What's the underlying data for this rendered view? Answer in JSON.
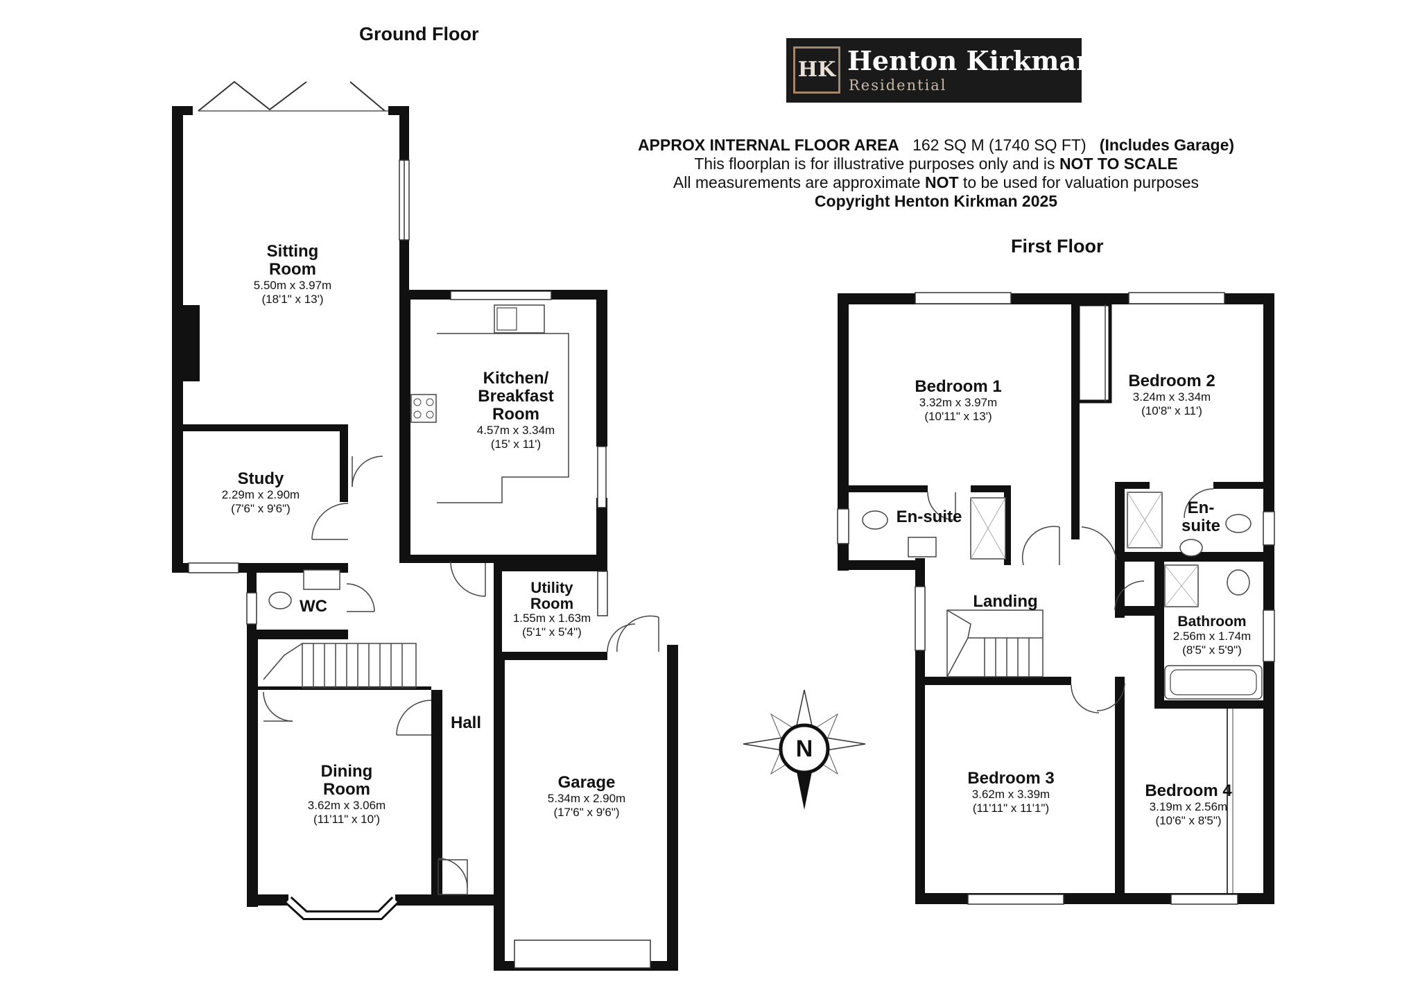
{
  "floors": {
    "ground_title": "Ground Floor",
    "first_title": "First Floor"
  },
  "logo": {
    "mark": "HK",
    "name": "Henton Kirkman",
    "sub": "Residential"
  },
  "info": {
    "area_label": "APPROX INTERNAL FLOOR AREA",
    "area_value": "162 SQ M (1740 SQ FT)",
    "area_note": "(Includes Garage)",
    "line2_pre": "This floorplan is for illustrative purposes only and is ",
    "line2_bold": "NOT TO SCALE",
    "line3_pre": "All measurements are approximate ",
    "line3_bold": "NOT",
    "line3_post": " to be used for valuation purposes",
    "copyright": "Copyright Henton Kirkman 2025"
  },
  "compass": {
    "label": "N"
  },
  "rooms": {
    "sitting": {
      "name1": "Sitting",
      "name2": "Room",
      "metric": "5.50m x 3.97m",
      "imperial": "(18'1\" x 13')"
    },
    "kitchen": {
      "name1": "Kitchen/",
      "name2": "Breakfast",
      "name3": "Room",
      "metric": "4.57m x 3.34m",
      "imperial": "(15' x 11')"
    },
    "study": {
      "name": "Study",
      "metric": "2.29m x 2.90m",
      "imperial": "(7'6\" x 9'6\")"
    },
    "wc": {
      "name": "WC"
    },
    "utility": {
      "name1": "Utility",
      "name2": "Room",
      "metric": "1.55m x 1.63m",
      "imperial": "(5'1\" x 5'4\")"
    },
    "hall": {
      "name": "Hall"
    },
    "dining": {
      "name1": "Dining",
      "name2": "Room",
      "metric": "3.62m x 3.06m",
      "imperial": "(11'11\" x 10')"
    },
    "garage": {
      "name": "Garage",
      "metric": "5.34m x 2.90m",
      "imperial": "(17'6\" x 9'6\")"
    },
    "bedroom1": {
      "name": "Bedroom 1",
      "metric": "3.32m x 3.97m",
      "imperial": "(10'11\" x 13')"
    },
    "bedroom2": {
      "name": "Bedroom 2",
      "metric": "3.24m x 3.34m",
      "imperial": "(10'8\" x 11')"
    },
    "ensuite1": {
      "name": "En-suite"
    },
    "ensuite2": {
      "name1": "En-",
      "name2": "suite"
    },
    "landing": {
      "name": "Landing"
    },
    "bathroom": {
      "name": "Bathroom",
      "metric": "2.56m x 1.74m",
      "imperial": "(8'5\" x 5'9\")"
    },
    "bedroom3": {
      "name": "Bedroom 3",
      "metric": "3.62m x 3.39m",
      "imperial": "(11'11\" x 11'1\")"
    },
    "bedroom4": {
      "name": "Bedroom 4",
      "metric": "3.19m x 2.56m",
      "imperial": "(10'6\" x 8'5\")"
    }
  }
}
